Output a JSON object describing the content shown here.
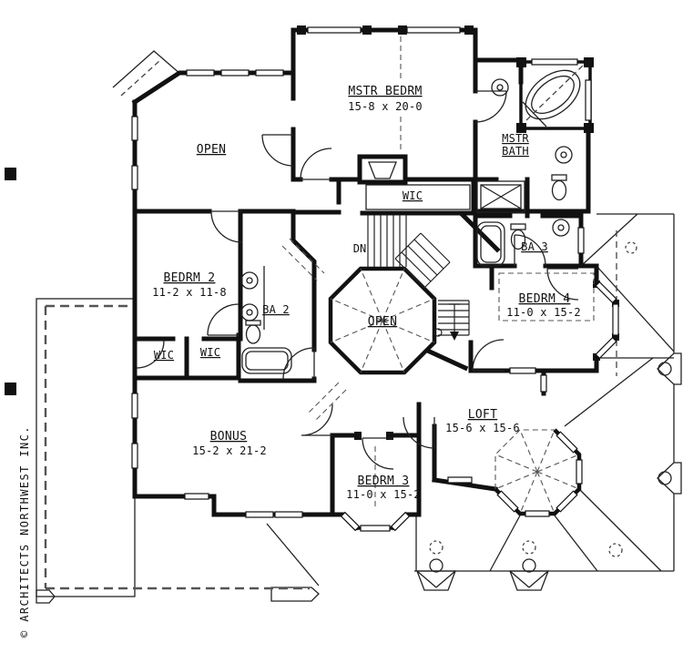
{
  "drawing": {
    "rooms": {
      "open_upper": {
        "name": "OPEN"
      },
      "open_stairwell": {
        "name": "OPEN"
      },
      "mstr_bedrm": {
        "name": "MSTR BEDRM",
        "dims": "15-8 x 20-0"
      },
      "mstr_bath": {
        "line1": "MSTR",
        "line2": "BATH"
      },
      "wic_master": {
        "name": "WIC"
      },
      "wic_left_1": {
        "name": "WIC"
      },
      "wic_left_2": {
        "name": "WIC"
      },
      "ba_2": {
        "name": "BA 2"
      },
      "ba_3": {
        "name": "BA 3"
      },
      "bedrm_2": {
        "name": "BEDRM 2",
        "dims": "11-2 x 11-8"
      },
      "bedrm_3": {
        "name": "BEDRM 3",
        "dims": "11-0 x 15-2"
      },
      "bedrm_4": {
        "name": "BEDRM 4",
        "dims": "11-0 x 15-2"
      },
      "bonus": {
        "name": "BONUS",
        "dims": "15-2 x 21-2"
      },
      "loft": {
        "name": "LOFT",
        "dims": "15-6 x 15-6"
      }
    },
    "annotations": {
      "stairs_down": "DN",
      "copyright": "© ARCHITECTS NORTHWEST INC."
    },
    "colors": {
      "ink": "#111111",
      "paper": "#ffffff"
    }
  }
}
